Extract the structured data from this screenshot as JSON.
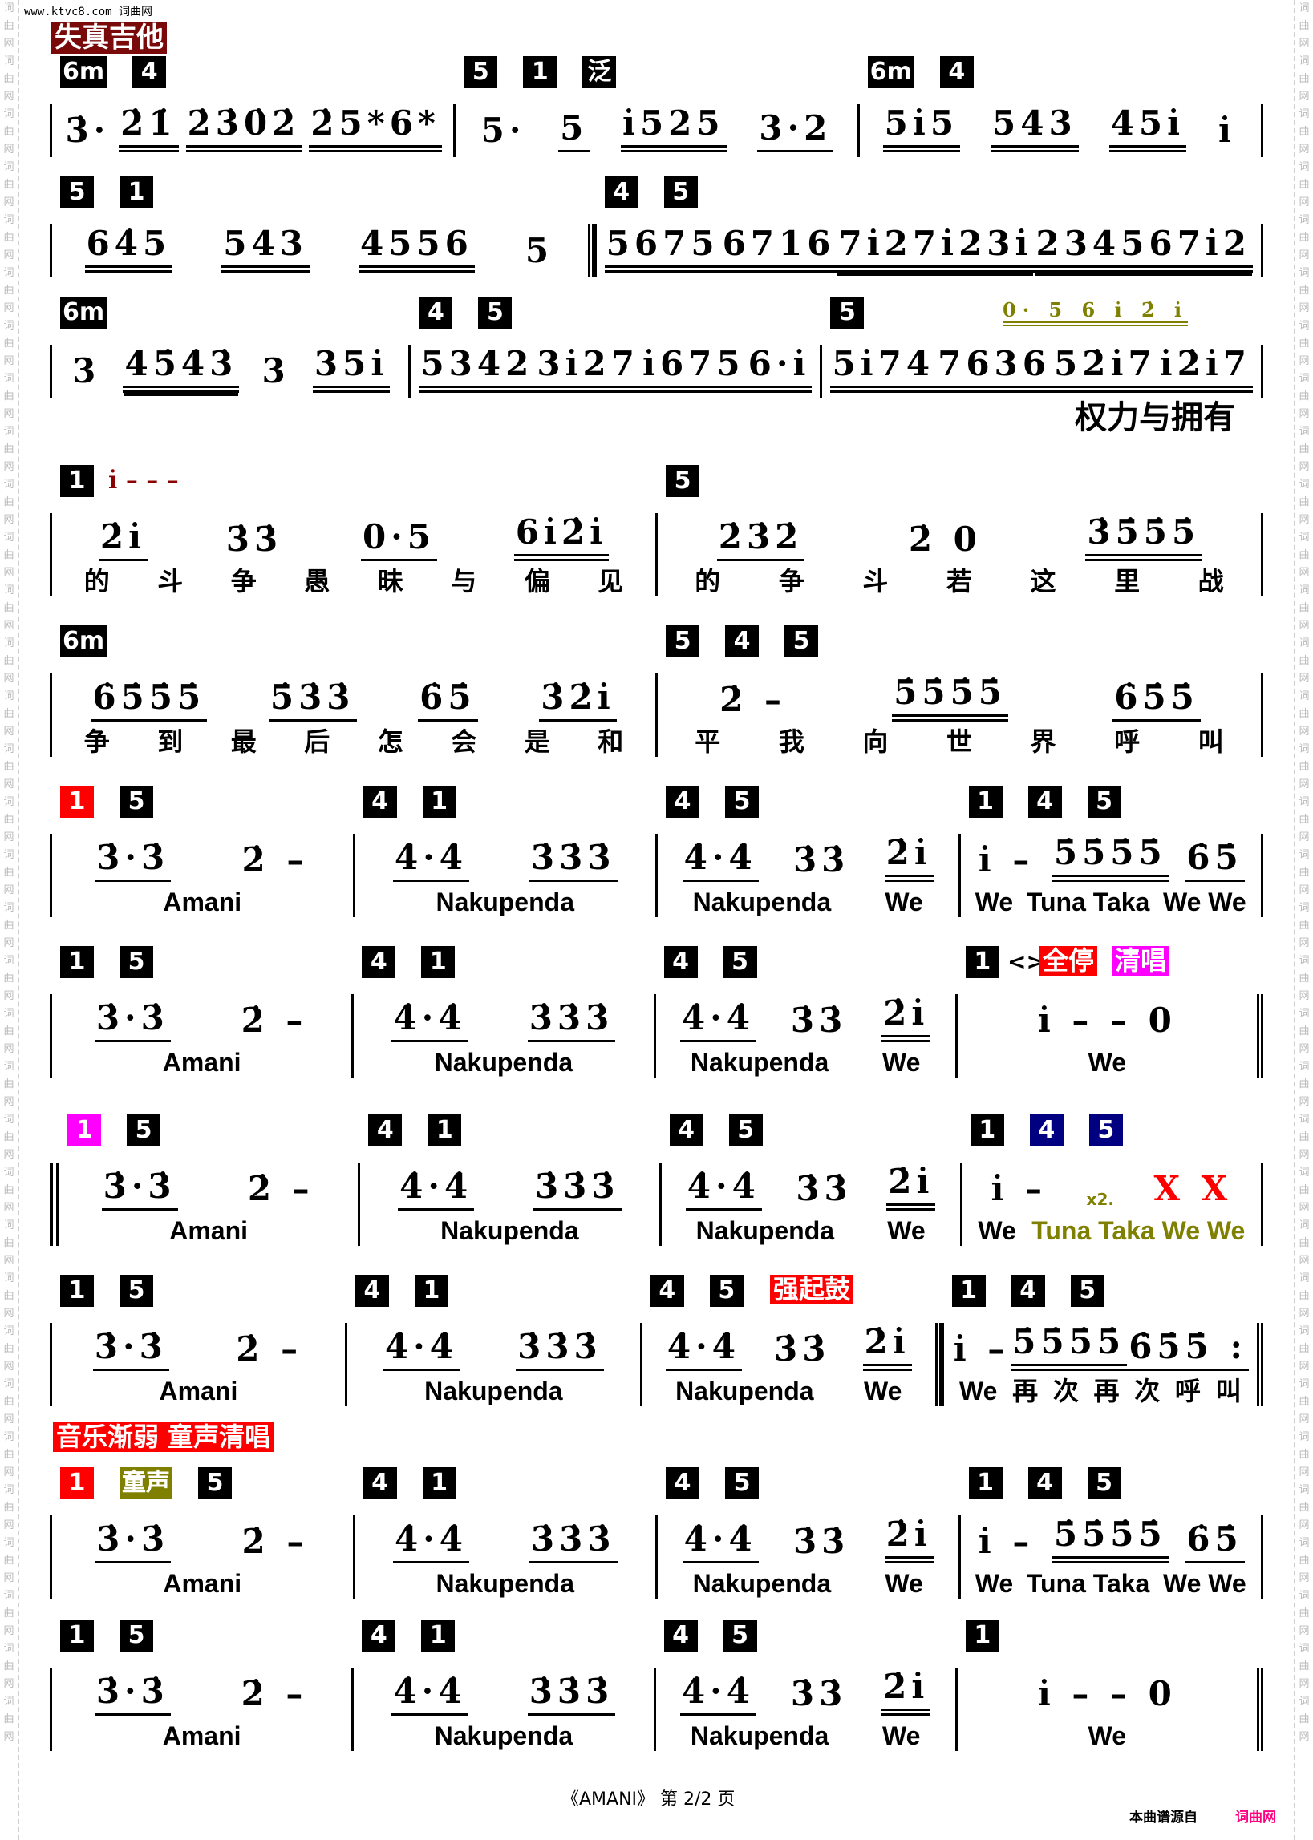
{
  "header": {
    "site": "www.ktvc8.com 词曲网",
    "instrument_tag": "失真吉他",
    "watermark": "词曲网词曲网词曲网词曲网词曲网词曲网词曲网词曲网词曲网词曲网词曲网词曲网词曲网词曲网词曲网词曲网词曲网词曲网词曲网词曲网词曲网词曲网词曲网词曲网词曲网词曲网词曲网词曲网词曲网词曲网词曲网词曲网词曲网"
  },
  "colors": {
    "olive": "#808000",
    "red": "#ff0000",
    "magenta": "#ff00ff",
    "navy": "#000080",
    "darkred": "#7a0a0a"
  },
  "annotations": {
    "power": "权力与拥有",
    "olive_line": "0·  5  6 i̇ 2̇ i̇",
    "red_line": "i̇ – – –",
    "stop": "全停",
    "acap": "清唱",
    "cresc": "<>",
    "drum": "强起鼓",
    "fade": "音乐渐弱 童声清唱",
    "child": "童声",
    "x2": "x2."
  },
  "systems": [
    {
      "measures": [
        {
          "chords": [
            {
              "t": "6m"
            },
            {
              "t": "4"
            }
          ],
          "groups": [
            {
              "n": "3̇·",
              "u": 0
            },
            {
              "n": "2̇1̇",
              "u": 2
            },
            {
              "n": "2̇3̇0̇2̇",
              "u": 2
            },
            {
              "n": "2̇5*6*",
              "u": 2
            }
          ],
          "lyrics": []
        },
        {
          "chords": [
            {
              "t": "5"
            },
            {
              "t": "1"
            },
            {
              "t": "泛"
            }
          ],
          "groups": [
            {
              "n": "5·",
              "u": 0
            },
            {
              "n": "5",
              "u": 1
            },
            {
              "n": "i̇525",
              "u": 2
            },
            {
              "n": "3·2",
              "u": 1
            }
          ],
          "lyrics": []
        },
        {
          "chords": [
            {
              "t": "6m"
            },
            {
              "t": "4"
            }
          ],
          "groups": [
            {
              "n": "5i̇5",
              "u": 2
            },
            {
              "n": "543",
              "u": 2
            },
            {
              "n": "45i̇",
              "u": 2
            },
            {
              "n": "i̇",
              "u": 0
            }
          ],
          "lyrics": []
        }
      ]
    },
    {
      "measures": [
        {
          "chords": [
            {
              "t": "5"
            },
            {
              "t": "1"
            }
          ],
          "groups": [
            {
              "n": "64̇5",
              "u": 2
            },
            {
              "n": "543",
              "u": 2
            },
            {
              "n": "4556",
              "u": 2
            },
            {
              "n": "5",
              "u": 0
            }
          ],
          "lyrics": [],
          "dbl": true
        },
        {
          "chords": [
            {
              "t": "4"
            },
            {
              "t": "5"
            }
          ],
          "groups": [
            {
              "n": "5675",
              "u": 2
            },
            {
              "n": "6716",
              "u": 2
            },
            {
              "n": "7i̇27i̇23i̇",
              "u": 3
            },
            {
              "n": "234567i̇2",
              "u": 3
            }
          ],
          "lyrics": []
        }
      ]
    },
    {
      "measures": [
        {
          "chords": [
            {
              "t": "6m"
            }
          ],
          "groups": [
            {
              "n": "3",
              "u": 0
            },
            {
              "n": "45̇4̇3̇",
              "u": 3
            },
            {
              "n": "3",
              "u": 0
            },
            {
              "n": "35i̇",
              "u": 2
            }
          ],
          "lyrics": []
        },
        {
          "chords": [
            {
              "t": "4"
            },
            {
              "t": "5"
            }
          ],
          "groups": [
            {
              "n": "5342",
              "u": 2
            },
            {
              "n": "3i̇27",
              "u": 2
            },
            {
              "n": "i̇675",
              "u": 2
            },
            {
              "n": "6·i̇",
              "u": 2
            }
          ],
          "lyrics": []
        },
        {
          "chords": [
            {
              "t": "5"
            }
          ],
          "groups": [
            {
              "n": "5i̇74",
              "u": 2
            },
            {
              "n": "7636",
              "u": 2
            },
            {
              "n": "52̇i̇7",
              "u": 2
            },
            {
              "n": "i̇2̇i̇7",
              "u": 2
            }
          ],
          "lyrics": []
        }
      ]
    },
    {
      "measures": [
        {
          "chords": [
            {
              "t": "1"
            }
          ],
          "groups": [
            {
              "n": "2̇i̇",
              "u": 1
            },
            {
              "n": "3̇3̇",
              "u": 0
            },
            {
              "n": "0·5",
              "u": 1
            },
            {
              "n": "6i̇2̇i̇",
              "u": 2
            }
          ],
          "lyrics": [
            "的",
            "斗",
            "争",
            "愚",
            "昧",
            "与",
            "偏",
            "见"
          ]
        },
        {
          "chords": [
            {
              "t": "5"
            }
          ],
          "groups": [
            {
              "n": "2̇3̇2̇",
              "u": 1
            },
            {
              "n": "2̇ 0",
              "u": 0
            },
            {
              "n": "3̇5̇5̇5̇",
              "u": 2
            }
          ],
          "lyrics": [
            "的",
            "争",
            "斗",
            "若",
            "这",
            "里",
            "战"
          ]
        }
      ]
    },
    {
      "measures": [
        {
          "chords": [
            {
              "t": "6m"
            }
          ],
          "groups": [
            {
              "n": "6̇5̇5̇5̇",
              "u": 1
            },
            {
              "n": "5̇3̇3̇",
              "u": 1
            },
            {
              "n": "6̇5̇",
              "u": 1
            },
            {
              "n": "3̇2̇i̇",
              "u": 1
            }
          ],
          "lyrics": [
            "争",
            "到",
            "最",
            "后",
            "怎",
            "会",
            "是",
            "和"
          ]
        },
        {
          "chords": [
            {
              "t": "5"
            },
            {
              "t": "4"
            },
            {
              "t": "5"
            }
          ],
          "groups": [
            {
              "n": "2̇ –",
              "u": 0
            },
            {
              "n": "5̇5̇5̇5̇",
              "u": 2
            },
            {
              "n": "6̇5̇5̇",
              "u": 1
            }
          ],
          "lyrics": [
            "平",
            "我",
            "向",
            "世",
            "界",
            "呼",
            "叫"
          ]
        }
      ]
    },
    {
      "measures": [
        {
          "chords": [
            {
              "t": "1",
              "c": "#ff0000"
            },
            {
              "t": "5"
            }
          ],
          "groups": [
            {
              "n": "3̇·3̇",
              "u": 1
            },
            {
              "n": "2̇ –",
              "u": 0
            }
          ],
          "lyrics": [
            "Amani"
          ]
        },
        {
          "chords": [
            {
              "t": "4"
            },
            {
              "t": "1"
            }
          ],
          "groups": [
            {
              "n": "4̇·4̇",
              "u": 1
            },
            {
              "n": "3̇3̇3̇",
              "u": 1
            }
          ],
          "lyrics": [
            "Nakupenda"
          ]
        },
        {
          "chords": [
            {
              "t": "4"
            },
            {
              "t": "5"
            }
          ],
          "groups": [
            {
              "n": "4̇·4̇",
              "u": 1
            },
            {
              "n": "3̇3̇",
              "u": 0
            },
            {
              "n": "2̇i̇",
              "u": 2
            }
          ],
          "lyrics": [
            "Nakupenda",
            "We"
          ]
        },
        {
          "chords": [
            {
              "t": "1"
            },
            {
              "t": "4"
            },
            {
              "t": "5"
            }
          ],
          "groups": [
            {
              "n": "i̇ –",
              "u": 0
            },
            {
              "n": "5̇5̇5̇5̇",
              "u": 2
            },
            {
              "n": "6̇5̇",
              "u": 1
            }
          ],
          "lyrics": [
            "We",
            "Tuna Taka",
            "We We"
          ]
        }
      ]
    },
    {
      "measures": [
        {
          "chords": [
            {
              "t": "1"
            },
            {
              "t": "5"
            }
          ],
          "groups": [
            {
              "n": "3̇·3̇",
              "u": 1
            },
            {
              "n": "2̇ –",
              "u": 0
            }
          ],
          "lyrics": [
            "Amani"
          ]
        },
        {
          "chords": [
            {
              "t": "4"
            },
            {
              "t": "1"
            }
          ],
          "groups": [
            {
              "n": "4̇·4̇",
              "u": 1
            },
            {
              "n": "3̇3̇3̇",
              "u": 1
            }
          ],
          "lyrics": [
            "Nakupenda"
          ]
        },
        {
          "chords": [
            {
              "t": "4"
            },
            {
              "t": "5"
            }
          ],
          "groups": [
            {
              "n": "4̇·4̇",
              "u": 1
            },
            {
              "n": "3̇3̇",
              "u": 0
            },
            {
              "n": "2̇i̇",
              "u": 2
            }
          ],
          "lyrics": [
            "Nakupenda",
            "We"
          ]
        },
        {
          "chords": [
            {
              "t": "1"
            }
          ],
          "groups": [
            {
              "n": "i̇ – – 0",
              "u": 0
            }
          ],
          "lyrics": [
            "We"
          ],
          "dbl": true
        }
      ]
    },
    {
      "measures": [
        {
          "chords": [
            {
              "t": "1",
              "c": "#ff00ff"
            },
            {
              "t": "5"
            }
          ],
          "groups": [
            {
              "n": "3̇·3̇",
              "u": 1
            },
            {
              "n": "2̇ –",
              "u": 0
            }
          ],
          "lyrics": [
            "Amani"
          ],
          "rep": true
        },
        {
          "chords": [
            {
              "t": "4"
            },
            {
              "t": "1"
            }
          ],
          "groups": [
            {
              "n": "4̇·4̇",
              "u": 1
            },
            {
              "n": "3̇3̇3̇",
              "u": 1
            }
          ],
          "lyrics": [
            "Nakupenda"
          ]
        },
        {
          "chords": [
            {
              "t": "4"
            },
            {
              "t": "5"
            }
          ],
          "groups": [
            {
              "n": "4̇·4̇",
              "u": 1
            },
            {
              "n": "3̇3̇",
              "u": 0
            },
            {
              "n": "2̇i̇",
              "u": 2
            }
          ],
          "lyrics": [
            "Nakupenda",
            "We"
          ]
        },
        {
          "chords": [
            {
              "t": "1"
            },
            {
              "t": "4",
              "c": "#000080"
            },
            {
              "t": "5",
              "c": "#000080"
            }
          ],
          "groups": [
            {
              "n": "i̇ –",
              "u": 0
            },
            {
              "n": "X X",
              "u": 0,
              "c": "#ff0000"
            }
          ],
          "lyrics": [
            "We",
            "Tuna Taka We We"
          ]
        }
      ]
    },
    {
      "measures": [
        {
          "chords": [
            {
              "t": "1"
            },
            {
              "t": "5"
            }
          ],
          "groups": [
            {
              "n": "3̇·3̇",
              "u": 1
            },
            {
              "n": "2̇ –",
              "u": 0
            }
          ],
          "lyrics": [
            "Amani"
          ]
        },
        {
          "chords": [
            {
              "t": "4"
            },
            {
              "t": "1"
            }
          ],
          "groups": [
            {
              "n": "4̇·4̇",
              "u": 1
            },
            {
              "n": "3̇3̇3̇",
              "u": 1
            }
          ],
          "lyrics": [
            "Nakupenda"
          ]
        },
        {
          "chords": [
            {
              "t": "4"
            },
            {
              "t": "5"
            }
          ],
          "groups": [
            {
              "n": "4̇·4̇",
              "u": 1
            },
            {
              "n": "3̇3̇",
              "u": 0
            },
            {
              "n": "2̇i̇",
              "u": 2
            }
          ],
          "lyrics": [
            "Nakupenda",
            "We"
          ],
          "dbl": true
        },
        {
          "chords": [
            {
              "t": "1"
            },
            {
              "t": "4"
            },
            {
              "t": "5"
            }
          ],
          "groups": [
            {
              "n": "i̇ –",
              "u": 0
            },
            {
              "n": "5̇5̇5̇5̇",
              "u": 2
            },
            {
              "n": "6̇5̇5̇ :",
              "u": 1
            }
          ],
          "lyrics": [
            "We",
            "再",
            "次",
            "再",
            "次",
            "呼",
            "叫"
          ],
          "dbl": true
        }
      ]
    },
    {
      "measures": [
        {
          "chords": [
            {
              "t": "1",
              "c": "#ff0000"
            },
            {
              "t": "童声",
              "c": "#808000"
            },
            {
              "t": "5"
            }
          ],
          "groups": [
            {
              "n": "3̇·3̇",
              "u": 1
            },
            {
              "n": "2̇ –",
              "u": 0
            }
          ],
          "lyrics": [
            "Amani"
          ]
        },
        {
          "chords": [
            {
              "t": "4"
            },
            {
              "t": "1"
            }
          ],
          "groups": [
            {
              "n": "4̇·4̇",
              "u": 1
            },
            {
              "n": "3̇3̇3̇",
              "u": 1
            }
          ],
          "lyrics": [
            "Nakupenda"
          ]
        },
        {
          "chords": [
            {
              "t": "4"
            },
            {
              "t": "5"
            }
          ],
          "groups": [
            {
              "n": "4̇·4̇",
              "u": 1
            },
            {
              "n": "3̇3̇",
              "u": 0
            },
            {
              "n": "2̇i̇",
              "u": 2
            }
          ],
          "lyrics": [
            "Nakupenda",
            "We"
          ]
        },
        {
          "chords": [
            {
              "t": "1"
            },
            {
              "t": "4"
            },
            {
              "t": "5"
            }
          ],
          "groups": [
            {
              "n": "i̇ –",
              "u": 0
            },
            {
              "n": "5̇5̇5̇5̇",
              "u": 2
            },
            {
              "n": "6̇5̇",
              "u": 1
            }
          ],
          "lyrics": [
            "We",
            "Tuna Taka",
            "We We"
          ]
        }
      ]
    },
    {
      "measures": [
        {
          "chords": [
            {
              "t": "1"
            },
            {
              "t": "5"
            }
          ],
          "groups": [
            {
              "n": "3̇·3̇",
              "u": 1
            },
            {
              "n": "2̇ –",
              "u": 0
            }
          ],
          "lyrics": [
            "Amani"
          ]
        },
        {
          "chords": [
            {
              "t": "4"
            },
            {
              "t": "1"
            }
          ],
          "groups": [
            {
              "n": "4̇·4̇",
              "u": 1
            },
            {
              "n": "3̇3̇3̇",
              "u": 1
            }
          ],
          "lyrics": [
            "Nakupenda"
          ]
        },
        {
          "chords": [
            {
              "t": "4"
            },
            {
              "t": "5"
            }
          ],
          "groups": [
            {
              "n": "4̇·4̇",
              "u": 1
            },
            {
              "n": "3̇3̇",
              "u": 0
            },
            {
              "n": "2̇i̇",
              "u": 2
            }
          ],
          "lyrics": [
            "Nakupenda",
            "We"
          ]
        },
        {
          "chords": [
            {
              "t": "1"
            }
          ],
          "groups": [
            {
              "n": "i̇ – – 0",
              "u": 0
            }
          ],
          "lyrics": [
            "We"
          ],
          "dbl": true
        }
      ]
    }
  ],
  "footer": {
    "page": "《AMANI》 第 2/2 页",
    "source": "本曲谱源自",
    "source_site": "词曲网"
  }
}
